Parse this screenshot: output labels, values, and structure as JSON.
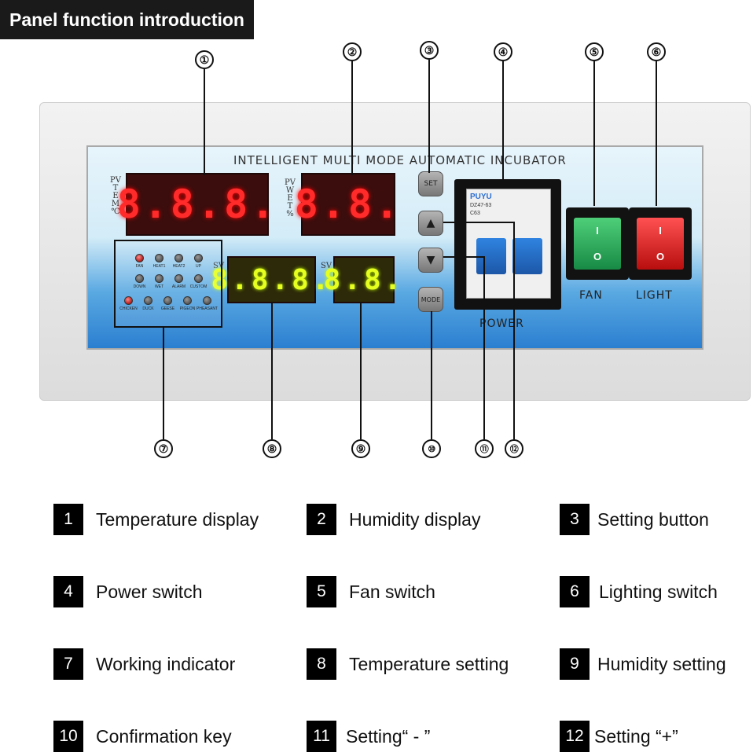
{
  "header": {
    "title": "Panel function introduction"
  },
  "panel": {
    "title": "INTELLIGENT MULTI MODE AUTOMATIC INCUBATOR",
    "temp_side_label": "PV\nT\nE\nM\n℃",
    "wet_side_label": "PV\nW\nE\nT\n%",
    "sv_label": "SV",
    "temp_display": "8.8.8.",
    "humidity_display": "8.8.",
    "temp_setting_display": "8.8.8.",
    "humidity_setting_display": "8.8.",
    "keys": {
      "set": "SET",
      "mode": "MODE",
      "up": "▲",
      "down": "▼"
    },
    "indicators": [
      [
        "FAN",
        "HEAT1",
        "HEAT2",
        "UP"
      ],
      [
        "DOWN",
        "WET",
        "ALARM",
        "CUSTOM"
      ],
      [
        "CHICKEN",
        "DUCK",
        "GEESE",
        "PIGEON",
        "PHEASANT"
      ]
    ],
    "breaker": {
      "brand": "PUYU",
      "model": "DZ47-63",
      "rating": "C63"
    },
    "power_label": "POWER",
    "fan_label": "FAN",
    "light_label": "LIGHT",
    "rocker_on": "I",
    "rocker_off": "O"
  },
  "callouts": [
    "①",
    "②",
    "③",
    "④",
    "⑤",
    "⑥",
    "⑦",
    "⑧",
    "⑨",
    "⑩",
    "⑪",
    "⑫"
  ],
  "legend": [
    {
      "num": "1",
      "text": "Temperature display"
    },
    {
      "num": "2",
      "text": "Humidity display"
    },
    {
      "num": "3",
      "text": "Setting button"
    },
    {
      "num": "4",
      "text": "Power switch"
    },
    {
      "num": "5",
      "text": "Fan switch"
    },
    {
      "num": "6",
      "text": "Lighting switch"
    },
    {
      "num": "7",
      "text": "Working indicator"
    },
    {
      "num": "8",
      "text": "Temperature setting"
    },
    {
      "num": "9",
      "text": "Humidity setting"
    },
    {
      "num": "10",
      "text": "Confirmation key"
    },
    {
      "num": "11",
      "text": "Setting“ - ”"
    },
    {
      "num": "12",
      "text": "Setting “+”"
    }
  ]
}
